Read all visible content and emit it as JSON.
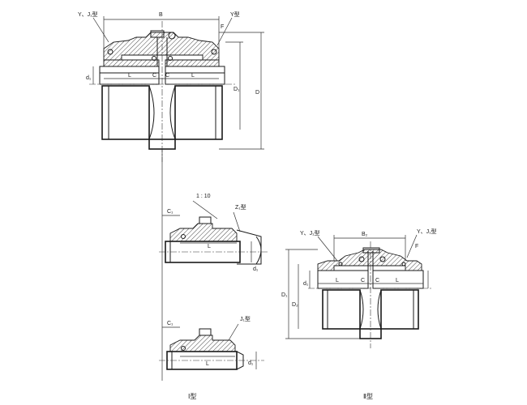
{
  "view_upper": {
    "label_yj1": "Y、J₁型",
    "label_y": "Y型",
    "label_B": "B",
    "label_F": "F",
    "label_L_left": "L",
    "label_L_right": "L",
    "label_C_left": "C",
    "label_C_right": "C",
    "label_d": "d₁",
    "label_D1": "D₁",
    "label_D": "D"
  },
  "view_z1": {
    "label_taper": "1 : 10",
    "label_z1": "Z₁型",
    "label_c1": "C₁",
    "label_L": "L",
    "label_d": "d₁"
  },
  "view_j1": {
    "label_j1": "J₁型",
    "label_c1": "C₁",
    "label_L": "L",
    "label_d": "d₁"
  },
  "view_type2": {
    "label_yj1_left": "Y、J₁型",
    "label_yj1_right": "Y、J₁型",
    "label_B2": "B₂",
    "label_F": "F",
    "label_L_left": "L",
    "label_L_right": "L",
    "label_C_left": "C",
    "label_C_right": "C",
    "label_d": "d₁",
    "label_D1": "D₁",
    "label_D2": "D₂"
  },
  "captions": {
    "type_one": "Ⅰ型",
    "type_two": "Ⅱ型"
  }
}
